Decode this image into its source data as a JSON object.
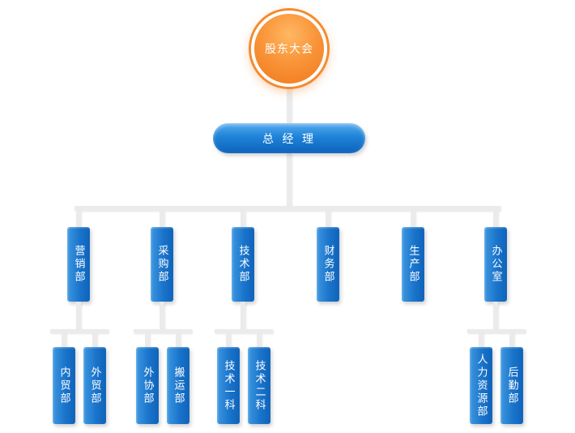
{
  "org": {
    "root": {
      "label": "股东大会"
    },
    "manager": {
      "label": "总 经 理"
    },
    "departments": [
      {
        "label": "营销部",
        "children": [
          "内贸部",
          "外贸部"
        ]
      },
      {
        "label": "采购部",
        "children": [
          "外协部",
          "搬运部"
        ]
      },
      {
        "label": "技术部",
        "children": [
          "技术一科",
          "技术二科"
        ]
      },
      {
        "label": "财务部",
        "children": []
      },
      {
        "label": "生产部",
        "children": []
      },
      {
        "label": "办公室",
        "children": [
          "人力资源部",
          "后勤部"
        ]
      }
    ],
    "colors": {
      "accent_orange": "#f1781b",
      "accent_blue": "#1a74cb",
      "line_gray": "#ebebeb",
      "text": "#ffffff"
    }
  }
}
